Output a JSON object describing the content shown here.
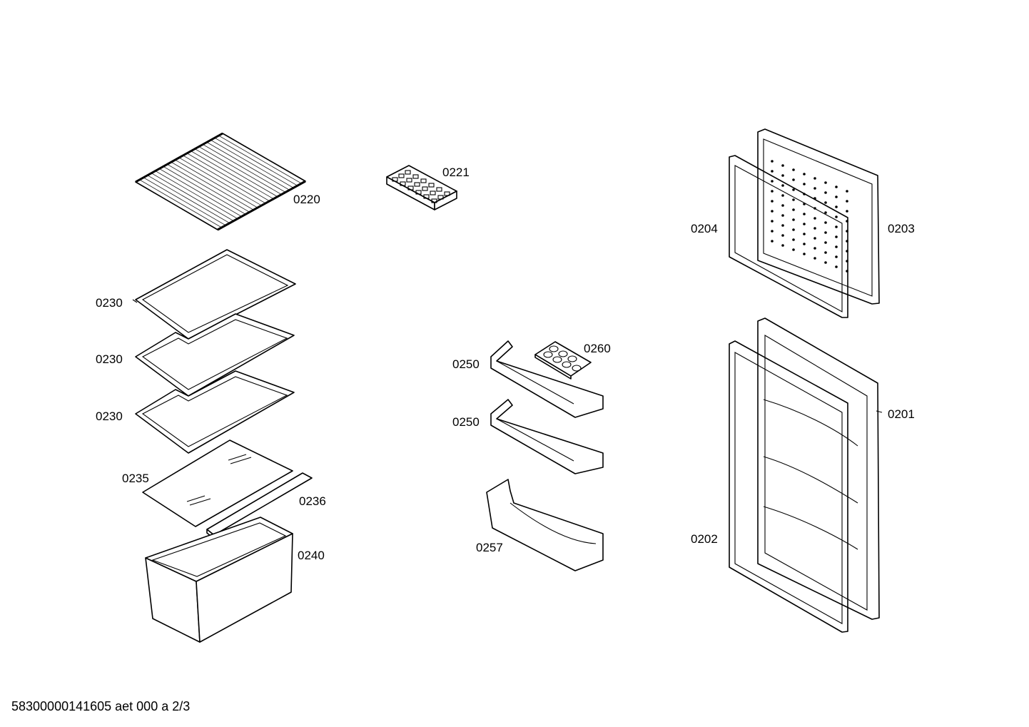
{
  "labels": {
    "p0220": "0220",
    "p0221": "0221",
    "p0230_a": "0230",
    "p0230_b": "0230",
    "p0230_c": "0230",
    "p0235": "0235",
    "p0236": "0236",
    "p0240": "0240",
    "p0250_a": "0250",
    "p0250_b": "0250",
    "p0257": "0257",
    "p0260": "0260",
    "p0204": "0204",
    "p0203": "0203",
    "p0201": "0201",
    "p0202": "0202"
  },
  "footer": "58300000141605 aet 000 a 2/3"
}
